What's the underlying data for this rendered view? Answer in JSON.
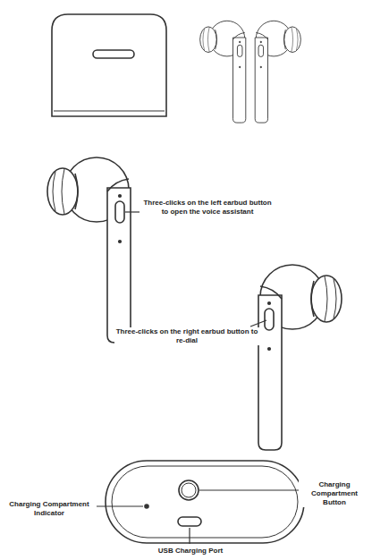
{
  "diagram": {
    "labels": [
      "Three-clicks on the left earbud button to open the voice assistant",
      "Three-clicks on the right earbud button to re-dial",
      "Charging Compartment Indicator",
      "Charging Compartment Button",
      "USB Charging Port"
    ]
  }
}
